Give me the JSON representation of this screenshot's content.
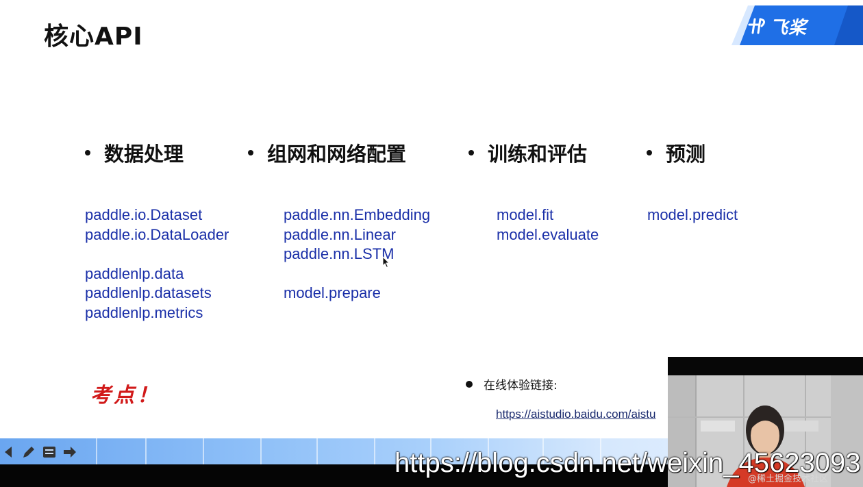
{
  "slide": {
    "title": "核心API",
    "logo_text": "飞桨",
    "columns": [
      {
        "heading": "数据处理",
        "apis": [
          "paddle.io.Dataset",
          "paddle.io.DataLoader",
          "",
          "paddlenlp.data",
          "paddlenlp.datasets",
          "paddlenlp.metrics"
        ]
      },
      {
        "heading": "组网和网络配置",
        "apis": [
          "paddle.nn.Embedding",
          "paddle.nn.Linear",
          "paddle.nn.LSTM",
          "",
          "model.prepare"
        ]
      },
      {
        "heading": "训练和评估",
        "apis": [
          "model.fit",
          "model.evaluate"
        ]
      },
      {
        "heading": "预测",
        "apis": [
          "model.predict"
        ]
      }
    ],
    "annotation": "考点！",
    "online_label": "在线体验链接:",
    "online_url": "https://aistudio.baidu.com/aistu"
  },
  "watermark": {
    "url_text": "https://blog.csdn.net/weixin_45623093",
    "small_text": "@稀土掘金技术社区"
  },
  "toolbar": {
    "icons": [
      "arrow-left-icon",
      "pen-icon",
      "notes-icon",
      "arrow-right-icon"
    ]
  },
  "colors": {
    "api_text": "#1a2fa8",
    "logo_blue": "#1f6fe6",
    "annotation_red": "#d11a1a"
  }
}
